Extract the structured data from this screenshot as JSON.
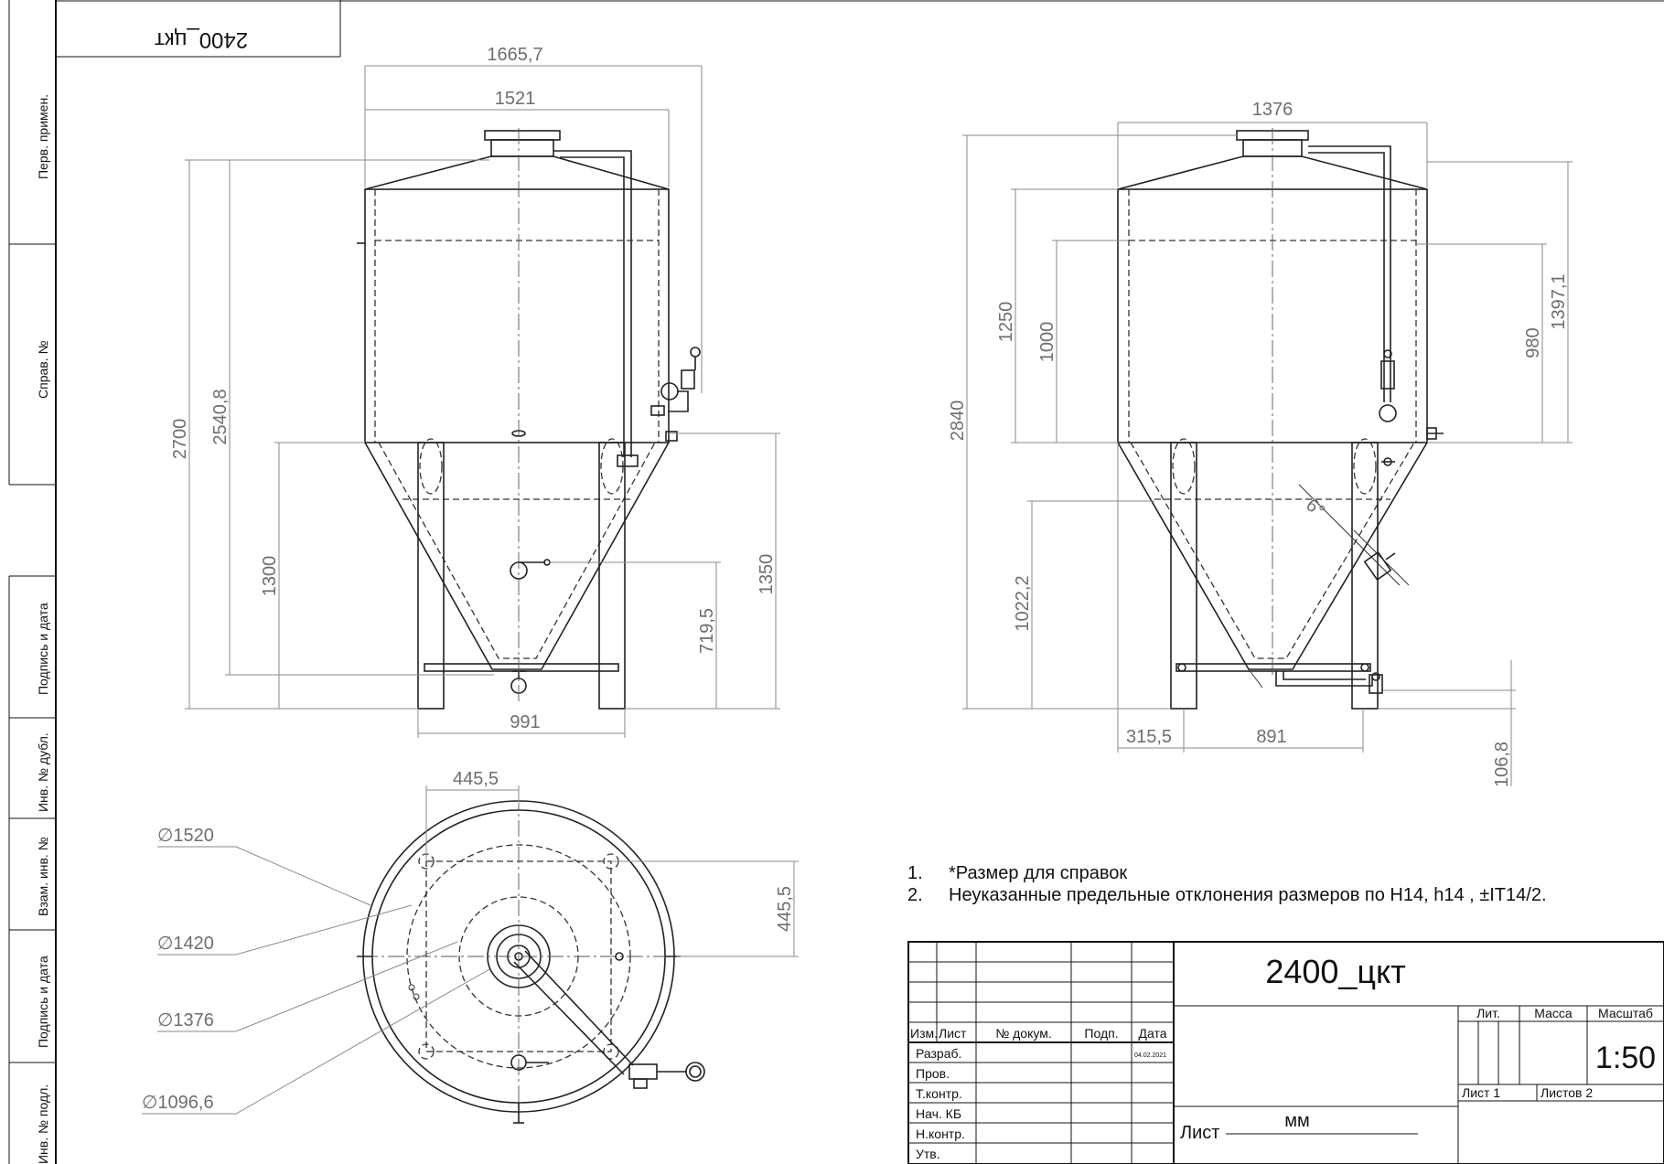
{
  "drawing": {
    "stamp_text": "2400_цкт",
    "frame_labels": {
      "perv_primen": "Перв. примен.",
      "sprav_no": "Справ. №",
      "podpis_data_1": "Подпись и дата",
      "inv_no_dubl": "Инв. № дубл.",
      "vzam_inv_no": "Взам. инв. №",
      "podpis_data_2": "Подпись и дата",
      "inv_no_podl": "Инв. № подл."
    },
    "front_view": {
      "dim_overall_width": "1665,7",
      "dim_body_width": "1521",
      "dim_total_height": "2700",
      "dim_height_2540": "2540,8",
      "dim_leg_height": "1300",
      "dim_side_1350": "1350",
      "dim_port_719": "719,5",
      "dim_leg_spacing": "991"
    },
    "side_view": {
      "dim_body_width": "1376",
      "dim_total_height": "2840",
      "dim_1250": "1250",
      "dim_1000": "1000",
      "dim_980": "980",
      "dim_1397": "1397,1",
      "dim_1022": "1022,2",
      "dim_315": "315,5",
      "dim_891": "891",
      "dim_106": "106,8",
      "angle_label": "6°"
    },
    "top_view": {
      "dim_h_offset": "445,5",
      "dim_v_offset": "445,5",
      "dia_1520": "∅1520",
      "dia_1420": "∅1420",
      "dia_1376": "∅1376",
      "dia_1096": "∅1096,6"
    },
    "notes": [
      {
        "num": "1.",
        "text": "*Размер для справок"
      },
      {
        "num": "2.",
        "text": "Неуказанные  предельные отклонения размеров  по Н14, h14 , ±IT14/2."
      }
    ],
    "title_block": {
      "title": "2400_цкт",
      "hdr_izm": "Изм.",
      "hdr_list": "Лист",
      "hdr_docum": "№ докум.",
      "hdr_podp": "Подп.",
      "hdr_data": "Дата",
      "row_razrab": "Разраб.",
      "row_prov": "Пров.",
      "row_tkontr": "Т.контр.",
      "row_nachkb": "Нач. КБ",
      "row_nkontr": "Н.контр.",
      "row_utv": "Утв.",
      "date_value": "04.02.2021",
      "lit": "Лит.",
      "massa": "Масса",
      "masshtab": "Масштаб",
      "scale_value": "1:50",
      "sheet": "Лист 1",
      "sheets": "Листов 2",
      "material_left": "Лист",
      "material_unit": "мм"
    }
  }
}
